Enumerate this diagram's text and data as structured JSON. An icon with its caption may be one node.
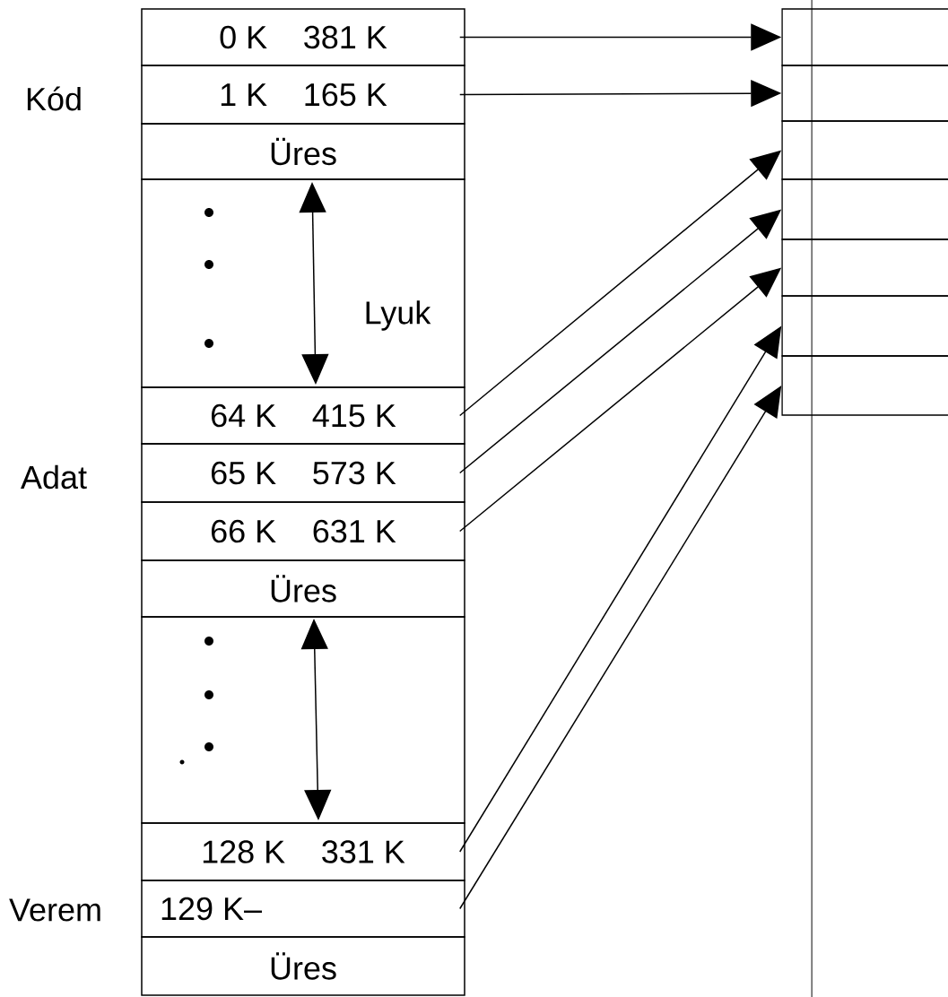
{
  "diagram": {
    "nodes": [
      {
        "text": [
          "0 K",
          "381 K"
        ]
      },
      {
        "text": [
          "1 K",
          "165 K"
        ]
      },
      {
        "text": [
          "Üres"
        ]
      },
      {
        "text": [
          "Lyuk"
        ]
      },
      {
        "text": [
          "64 K",
          "415 K"
        ]
      },
      {
        "text": [
          "65 K",
          "573 K"
        ]
      },
      {
        "text": [
          "66 K",
          "631 K"
        ]
      },
      {
        "text": [
          "Üres"
        ]
      },
      {
        "text": [],
        "shape": "box"
      },
      {
        "text": [
          "128 K",
          "331 K"
        ]
      },
      {
        "text": [
          "129 K–"
        ]
      },
      {
        "text": [
          "Üres"
        ]
      },
      {
        "text": [],
        "shape": "box"
      },
      {
        "text": [],
        "shape": "box"
      },
      {
        "text": [],
        "shape": "box"
      },
      {
        "text": [],
        "shape": "box"
      },
      {
        "text": [],
        "shape": "box"
      },
      {
        "text": [],
        "shape": "box"
      },
      {
        "text": [],
        "shape": "box"
      }
    ],
    "edges": [
      {
        "from": 0,
        "to": 12,
        "arrow": "to"
      },
      {
        "from": 1,
        "to": 13,
        "arrow": "to"
      },
      {
        "from": 4,
        "to": 14,
        "arrow": "to"
      },
      {
        "from": 5,
        "to": 15,
        "arrow": "to"
      },
      {
        "from": 6,
        "to": 16,
        "arrow": "to"
      },
      {
        "from": 9,
        "to": 17,
        "arrow": "to"
      },
      {
        "from": 10,
        "to": 18,
        "arrow": "to"
      }
    ],
    "labels": [
      "Kód",
      "Adat",
      "Verem"
    ]
  }
}
